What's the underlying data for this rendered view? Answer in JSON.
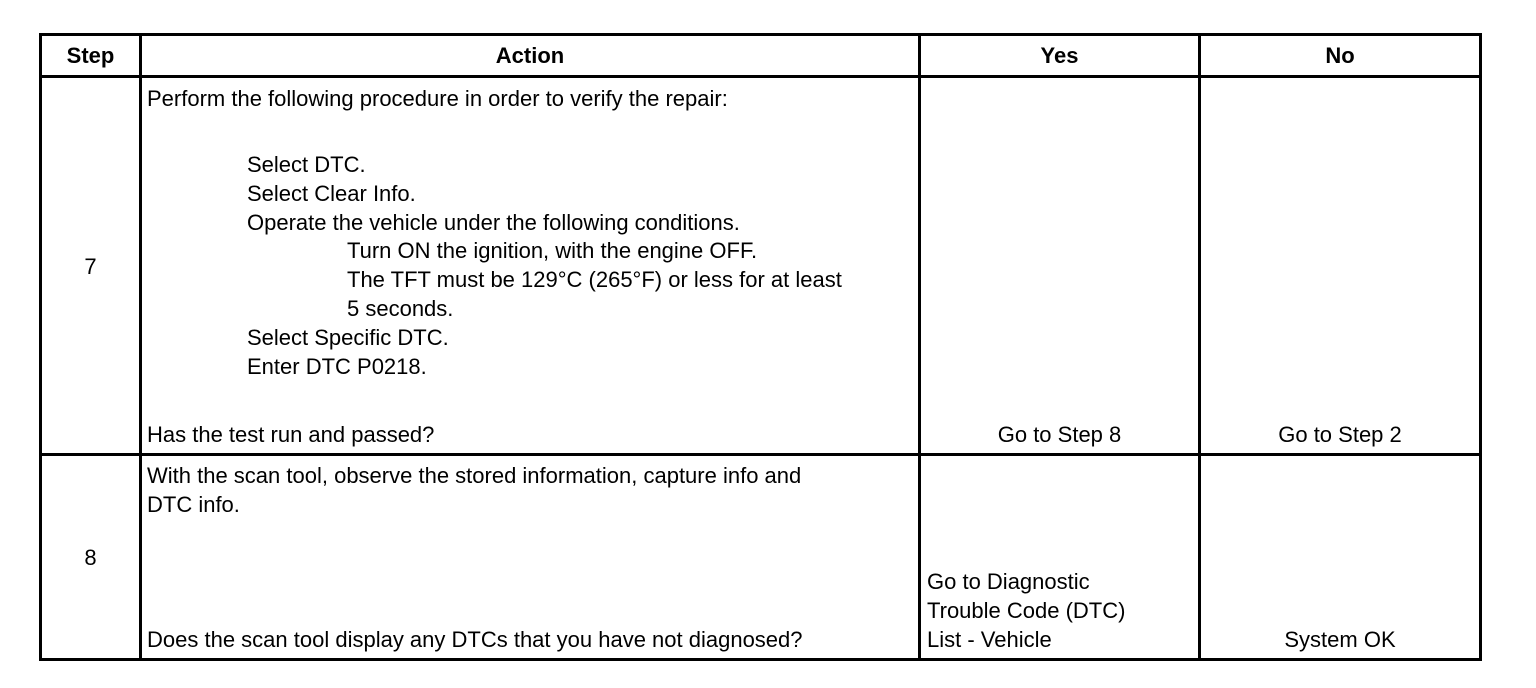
{
  "headers": {
    "step": "Step",
    "action": "Action",
    "yes": "Yes",
    "no": "No"
  },
  "rows": [
    {
      "step": "7",
      "action_intro": "Perform the following procedure in order to verify the repair:",
      "action_items": [
        "Select DTC.",
        "Select Clear Info.",
        "Operate the vehicle under the following conditions."
      ],
      "action_subitems": [
        "Turn ON the ignition, with the engine OFF.",
        "The TFT must be 129°C (265°F) or less for at least",
        "5 seconds."
      ],
      "action_items_after": [
        "Select Specific DTC.",
        "Enter DTC P0218."
      ],
      "question": "Has the test run and passed?",
      "yes": "Go to Step 8",
      "no": "Go to Step 2"
    },
    {
      "step": "8",
      "action_intro_lines": [
        "With the scan tool, observe the stored information, capture info and",
        "DTC info."
      ],
      "question": "Does the scan tool display any DTCs that you have not diagnosed?",
      "yes_lines": [
        "Go to Diagnostic",
        "Trouble Code (DTC)",
        "List - Vehicle"
      ],
      "no": "System OK"
    }
  ]
}
